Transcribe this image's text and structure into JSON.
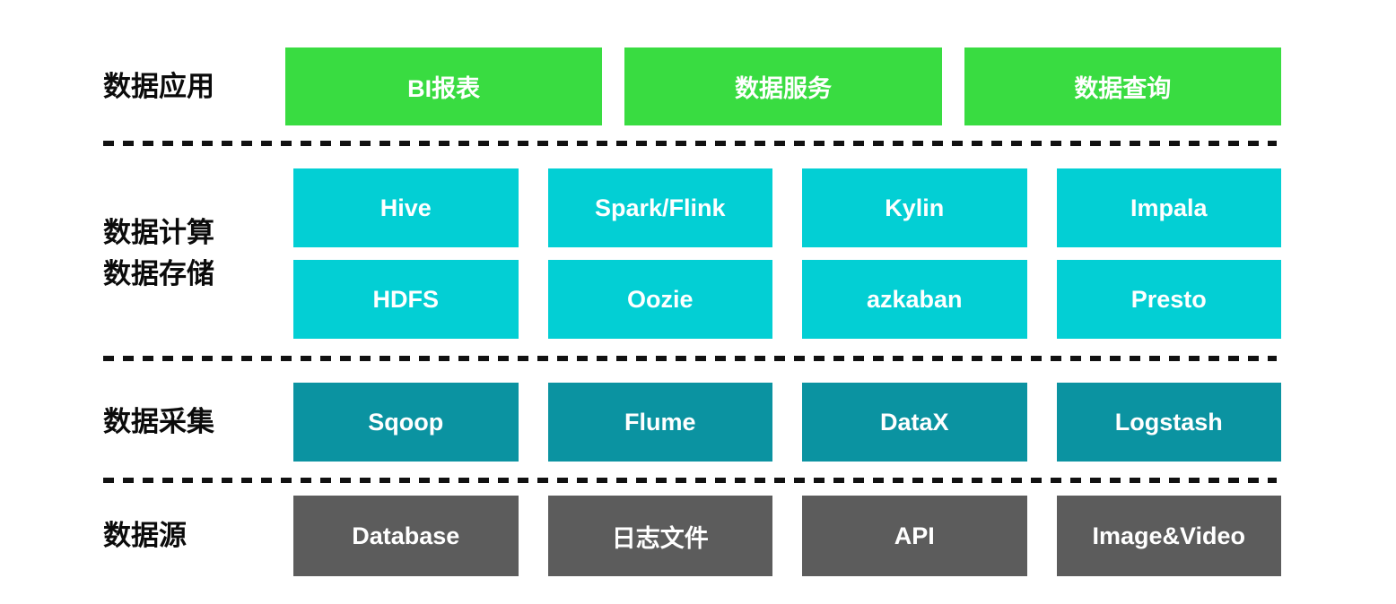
{
  "colors": {
    "application_box": "#39dc41",
    "compute_storage_box": "#03cfd4",
    "collection_box": "#0b93a1",
    "source_box": "#5c5c5c",
    "label_text": "#0b0b0b",
    "box_text": "#ffffff",
    "separator": "#111111"
  },
  "layers": [
    {
      "label": "数据应用",
      "rows": [
        [
          "BI报表",
          "数据服务",
          "数据查询"
        ]
      ]
    },
    {
      "label_lines": [
        "数据计算",
        "数据存储"
      ],
      "rows": [
        [
          "Hive",
          "Spark/Flink",
          "Kylin",
          "Impala"
        ],
        [
          "HDFS",
          "Oozie",
          "azkaban",
          "Presto"
        ]
      ]
    },
    {
      "label": "数据采集",
      "rows": [
        [
          "Sqoop",
          "Flume",
          "DataX",
          "Logstash"
        ]
      ]
    },
    {
      "label": "数据源",
      "rows": [
        [
          "Database",
          "日志文件",
          "API",
          "Image&Video"
        ]
      ]
    }
  ]
}
